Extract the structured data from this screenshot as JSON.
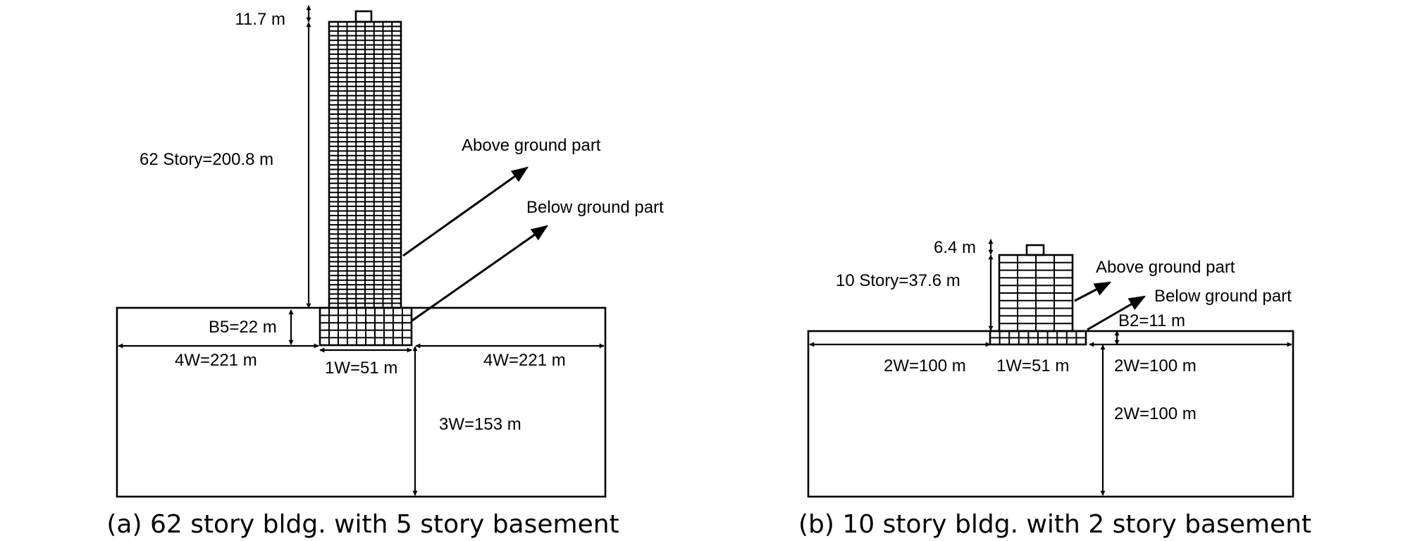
{
  "panel_a": {
    "caption": "(a) 62 story bldg. with 5 story basement",
    "top_height": "11.7 m",
    "story_height": "62 Story=200.8 m",
    "above_label": "Above ground part",
    "below_label": "Below ground part",
    "basement_depth": "B5=22 m",
    "left_width": "4W=221 m",
    "building_width": "1W=51 m",
    "right_width": "4W=221 m",
    "soil_depth": "3W=153 m"
  },
  "panel_b": {
    "caption": "(b) 10 story bldg. with 2 story basement",
    "top_height": "6.4 m",
    "story_height": "10 Story=37.6 m",
    "above_label": "Above ground part",
    "below_label": "Below ground part",
    "basement_depth": "B2=11 m",
    "left_width": "2W=100 m",
    "building_width": "1W=51 m",
    "right_width": "2W=100 m",
    "soil_depth": "2W=100 m"
  }
}
